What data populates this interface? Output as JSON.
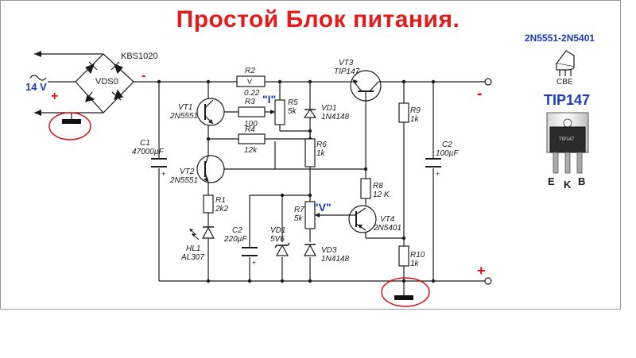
{
  "title": "Простой  Блок  питания.",
  "colors": {
    "wire": "#1a1a1a",
    "title": "#e41b1b",
    "accent_blue": "#1b3bbd",
    "highlight_red": "#e01010"
  },
  "input": {
    "voltage_label": "14 V",
    "plus_sign": "+"
  },
  "bridge": {
    "part": "KBS1020",
    "ref": "VDS0",
    "minus_sign": "-"
  },
  "output": {
    "minus_sign": "-",
    "plus_sign": "+"
  },
  "components": {
    "R2": {
      "ref": "R2",
      "value": "0.22"
    },
    "VT3": {
      "ref": "VT3",
      "part": "TIP147"
    },
    "VT1": {
      "ref": "VT1",
      "part": "2N5551"
    },
    "R3": {
      "ref": "R3",
      "value": "100"
    },
    "R5": {
      "ref": "R5",
      "value": "5k"
    },
    "VD1a": {
      "ref": "VD1",
      "part": "1N4148"
    },
    "R9": {
      "ref": "R9",
      "value": "1k"
    },
    "C1": {
      "ref": "C1",
      "value": "47000µF"
    },
    "R4": {
      "ref": "R4",
      "value": "12k"
    },
    "R6": {
      "ref": "R6",
      "value": "1k"
    },
    "C2a": {
      "ref": "C2",
      "value": "100µF"
    },
    "VT2": {
      "ref": "VT2",
      "part": "2N5551"
    },
    "R8": {
      "ref": "R8",
      "value": "12 K"
    },
    "R1": {
      "ref": "R1",
      "value": "2k2"
    },
    "R7": {
      "ref": "R7",
      "value": "5k"
    },
    "VT4": {
      "ref": "VT4",
      "part": "2N5401"
    },
    "C2b": {
      "ref": "C2",
      "value": "220µF"
    },
    "VD1b": {
      "ref": "VD1",
      "part": "5V6"
    },
    "VD3": {
      "ref": "VD3",
      "part": "1N4148"
    },
    "R10": {
      "ref": "R10",
      "value": "1k"
    },
    "HL1": {
      "ref": "HL1",
      "part": "AL307"
    }
  },
  "adjust_labels": {
    "current": "\"I\"",
    "voltage": "\"V\""
  },
  "pinouts": {
    "small": {
      "title": "2N5551-2N5401",
      "pins": "CBE"
    },
    "tip": {
      "title": "TIP147",
      "body_text": "TIP147",
      "pin_e": "E",
      "pin_k": "K",
      "pin_b": "B"
    }
  }
}
